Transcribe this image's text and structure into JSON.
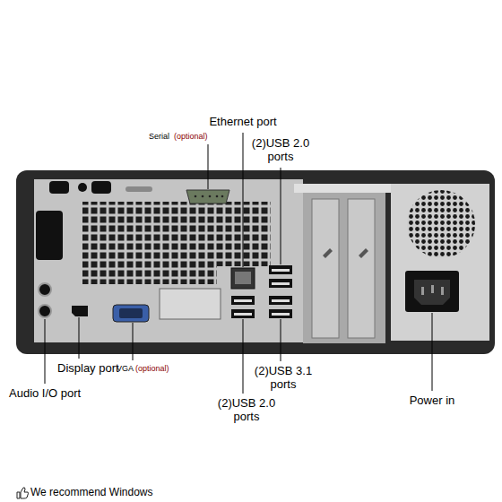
{
  "diagram": {
    "labels": [
      "Serial",
      "(optional)",
      "Ethernet port",
      "(2)USB 2.0 ports",
      "(2)USB 3.1 ports",
      "(2)USB 2.0 ports",
      "Power in",
      "Audio I/O port",
      "Display port",
      "VGA",
      "(optional)",
      "We recommend Windows"
    ]
  }
}
